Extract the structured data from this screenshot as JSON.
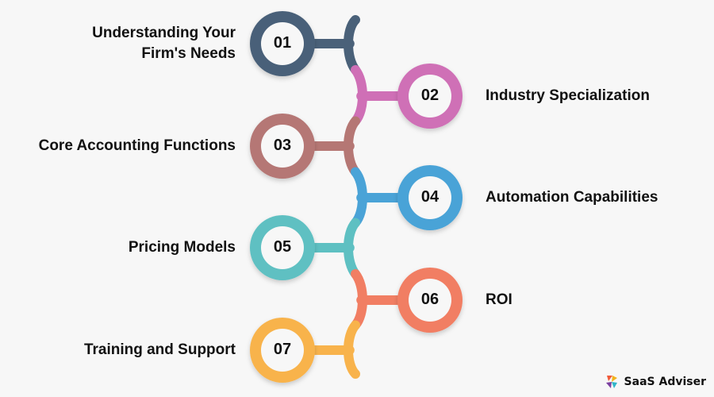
{
  "steps": [
    {
      "number": "01",
      "label_lines": [
        "Understanding Your",
        "Firm's Needs"
      ],
      "side": "left",
      "color": "#4a6179"
    },
    {
      "number": "02",
      "label_lines": [
        "Industry Specialization"
      ],
      "side": "right",
      "color": "#cf6fb6"
    },
    {
      "number": "03",
      "label_lines": [
        "Core Accounting Functions"
      ],
      "side": "left",
      "color": "#b57774"
    },
    {
      "number": "04",
      "label_lines": [
        "Automation Capabilities"
      ],
      "side": "right",
      "color": "#4aa3d7"
    },
    {
      "number": "05",
      "label_lines": [
        "Pricing Models"
      ],
      "side": "left",
      "color": "#5ec0c2"
    },
    {
      "number": "06",
      "label_lines": [
        "ROI"
      ],
      "side": "right",
      "color": "#f17e63"
    },
    {
      "number": "07",
      "label_lines": [
        "Training and Support"
      ],
      "side": "left",
      "color": "#f8b34c"
    }
  ],
  "brand": {
    "name": "SaaS Adviser",
    "logo_colors": [
      "#f15a3a",
      "#f2b21c",
      "#7b3fa0",
      "#2fb6c9"
    ]
  }
}
